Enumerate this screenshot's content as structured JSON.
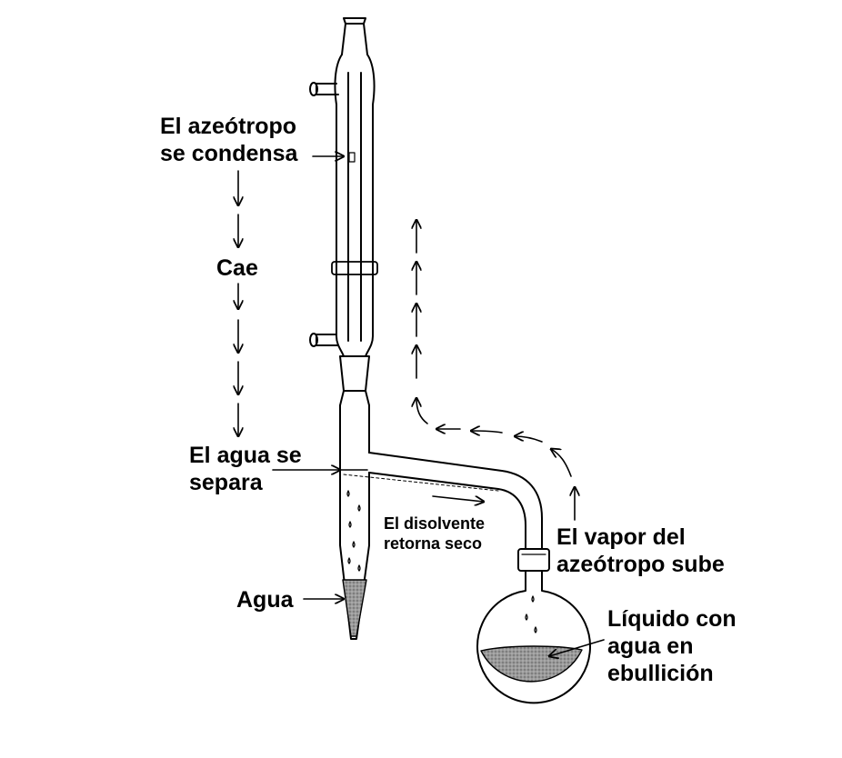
{
  "labels": {
    "condensa": {
      "line1": "El azeótropo",
      "line2": "se condensa"
    },
    "cae": "Cae",
    "separa": {
      "line1": "El agua se",
      "line2": "separa"
    },
    "agua": "Agua",
    "disolvente": {
      "line1": "El disolvente",
      "line2": "retorna seco"
    },
    "vapor": {
      "line1": "El vapor del",
      "line2": "azeótropo sube"
    },
    "liquido": {
      "line1": "Líquido con",
      "line2": "agua en",
      "line3": "ebullición"
    }
  },
  "colors": {
    "ink": "#000000",
    "glass": "#ffffff",
    "liquid_fill": "#8a8a8a",
    "background": "#ffffff"
  }
}
